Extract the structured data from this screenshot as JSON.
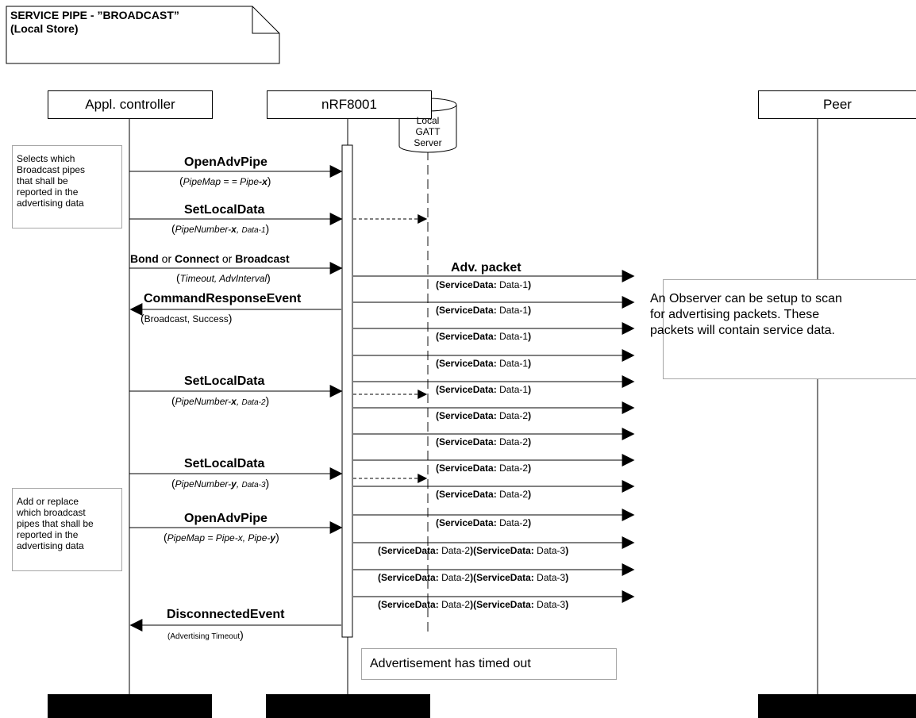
{
  "title": {
    "line1": "SERVICE PIPE - ”BROADCAST”",
    "line2": "(Local Store)"
  },
  "lifelines": {
    "appl": "Appl. controller",
    "nrf": "nRF8001",
    "peer": "Peer"
  },
  "gatt": {
    "line1": "Local",
    "line2": "GATT",
    "line3": "Server"
  },
  "callouts": {
    "c1": "Selects which\nBroadcast pipes\nthat shall be\nreported in the\nadvertising data",
    "c2": "Add or replace\nwhich broadcast\npipes that shall be\nreported in the\nadvertising data",
    "observer": "An Observer can be setup to scan\nfor advertising packets. These\npackets will contain service data.",
    "timeout": "Advertisement has timed out"
  },
  "messages": {
    "m1": {
      "title": "OpenAdvPipe",
      "p1": "PipeMap",
      "p2": " = = ",
      "p3": "Pipe",
      "p4": "-x"
    },
    "m2": {
      "title": "SetLocalData",
      "p1": "PipeNumber-",
      "p2": "x",
      "p3": ", ",
      "p4": "Data-1"
    },
    "m3": {
      "w1": "Bond",
      "w2": " or ",
      "w3": "Connect",
      "w4": " or ",
      "w5": "Broadcast",
      "p1": "Timeout, AdvInterval"
    },
    "m4": {
      "title": "CommandResponseEvent",
      "p1": "Broadcast, Success"
    },
    "m5": {
      "title": "SetLocalData",
      "p1": "PipeNumber-",
      "p2": "x",
      "p3": ", ",
      "p4": "Data-2"
    },
    "m6": {
      "title": "SetLocalData",
      "p1": "PipeNumber-",
      "p2": "y",
      "p3": ", ",
      "p4": "Data-3"
    },
    "m7": {
      "title": "OpenAdvPipe",
      "p1": "PipeMap = Pipe-x, Pipe-",
      "p2": "y"
    },
    "m8": {
      "title": "DisconnectedEvent",
      "p1": "Advertising Timeout"
    }
  },
  "adv": {
    "title": "Adv. packet",
    "key": "ServiceData:",
    "rows": [
      {
        "a": "Data-1"
      },
      {
        "a": "Data-1"
      },
      {
        "a": "Data-1"
      },
      {
        "a": "Data-1"
      },
      {
        "a": "Data-1"
      },
      {
        "a": "Data-2"
      },
      {
        "a": "Data-2"
      },
      {
        "a": "Data-2"
      },
      {
        "a": "Data-2"
      },
      {
        "a": "Data-2"
      },
      {
        "a": "Data-2",
        "b": "Data-3"
      },
      {
        "a": "Data-2",
        "b": "Data-3"
      },
      {
        "a": "Data-2",
        "b": "Data-3"
      }
    ]
  }
}
